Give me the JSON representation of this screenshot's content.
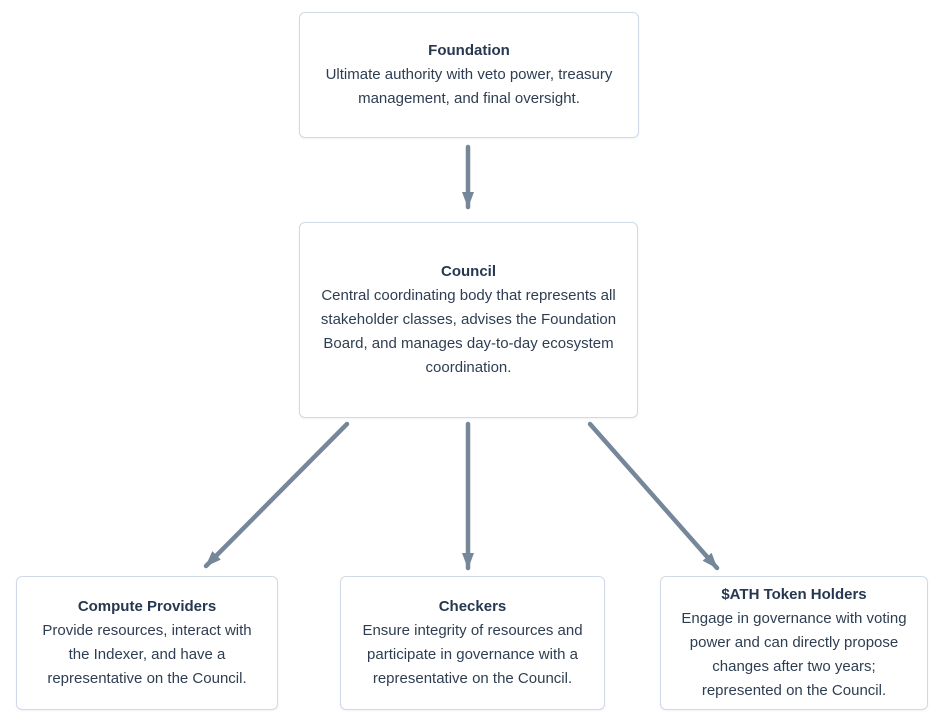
{
  "diagram": {
    "nodes": {
      "foundation": {
        "title": "Foundation",
        "body": "Ultimate authority with veto power, treasury management, and final oversight."
      },
      "council": {
        "title": "Council",
        "body": "Central coordinating body that represents all stakeholder classes, advises the Foundation Board, and manages day-to-day ecosystem coordination."
      },
      "compute_providers": {
        "title": "Compute Providers",
        "body": "Provide resources, interact with the Indexer, and have a representative on the Council."
      },
      "checkers": {
        "title": "Checkers",
        "body": "Ensure integrity of resources and participate in governance with a representative on the Council."
      },
      "ath_token_holders": {
        "title": "$ATH Token Holders",
        "body": "Engage in governance with voting power and can directly propose changes after two years; represented on the Council."
      }
    },
    "edges": [
      {
        "from": "Foundation",
        "to": "Council"
      },
      {
        "from": "Council",
        "to": "Compute Providers"
      },
      {
        "from": "Council",
        "to": "Checkers"
      },
      {
        "from": "Council",
        "to": "$ATH Token Holders"
      }
    ],
    "colors": {
      "arrow": "#76879A",
      "node_border": "#CFDAE6",
      "node_background": "#FFFFFF",
      "text": "#2E3E52",
      "canvas_background": "#FFFFFF"
    }
  }
}
